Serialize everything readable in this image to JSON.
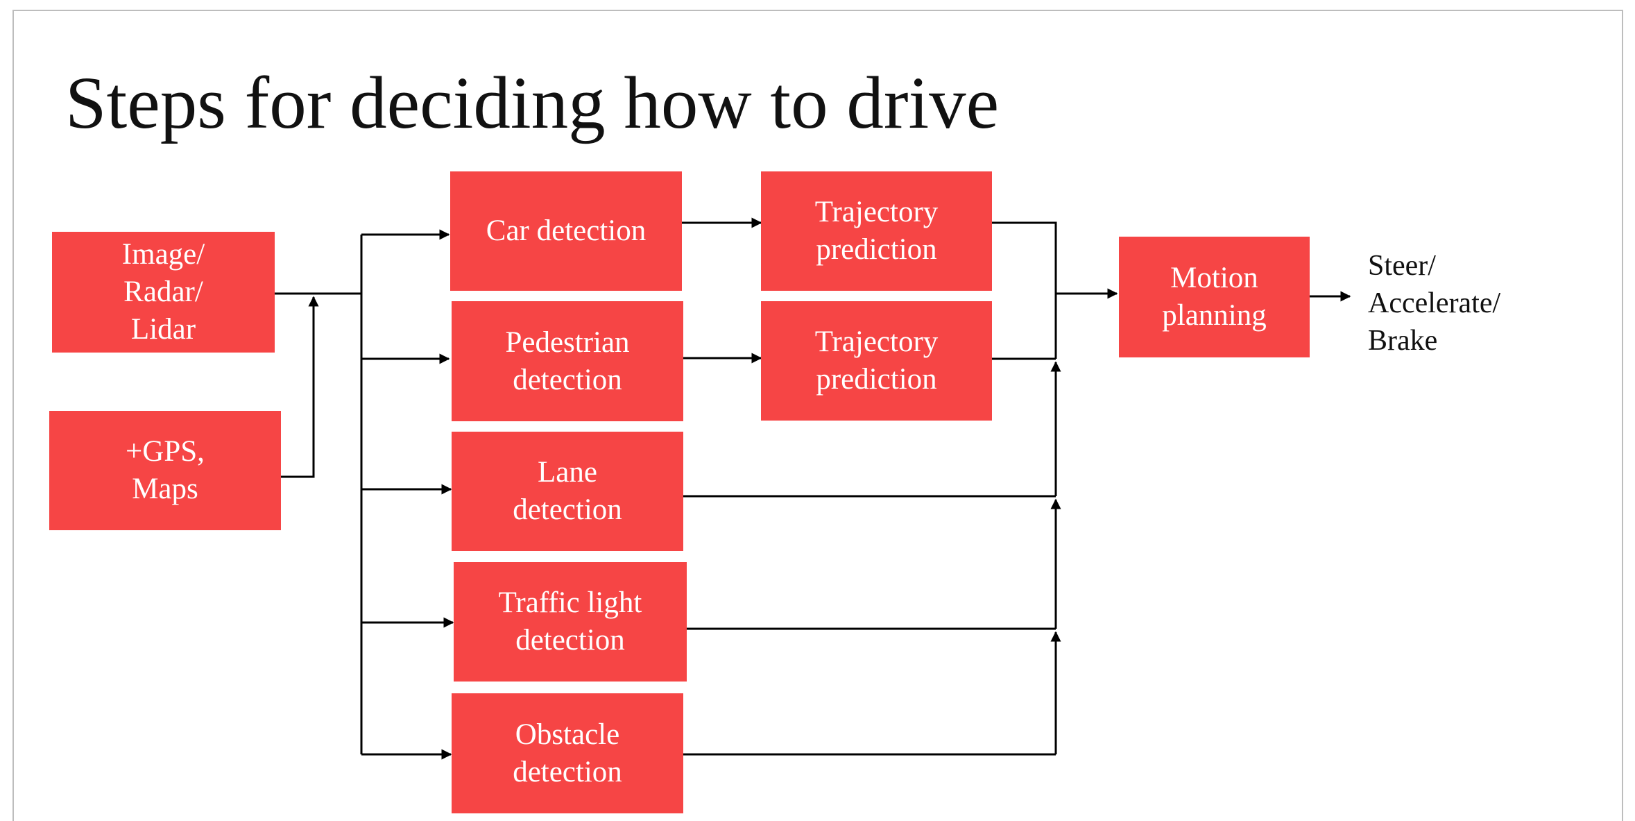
{
  "title": "Steps for deciding how to drive",
  "colors": {
    "node_fill": "#f64545",
    "node_text": "#ffffff",
    "line": "#000000"
  },
  "nodes": {
    "sensors": "Image/\nRadar/\nLidar",
    "gps_maps": "+GPS,\nMaps",
    "car_detection": "Car detection",
    "pedestrian_detection": "Pedestrian\ndetection",
    "lane_detection": "Lane\ndetection",
    "traffic_light_detection": "Traffic light\ndetection",
    "obstacle_detection": "Obstacle\ndetection",
    "car_trajectory": "Trajectory\nprediction",
    "pedestrian_trajectory": "Trajectory\nprediction",
    "motion_planning": "Motion\nplanning"
  },
  "output": "Steer/\nAccelerate/\nBrake"
}
